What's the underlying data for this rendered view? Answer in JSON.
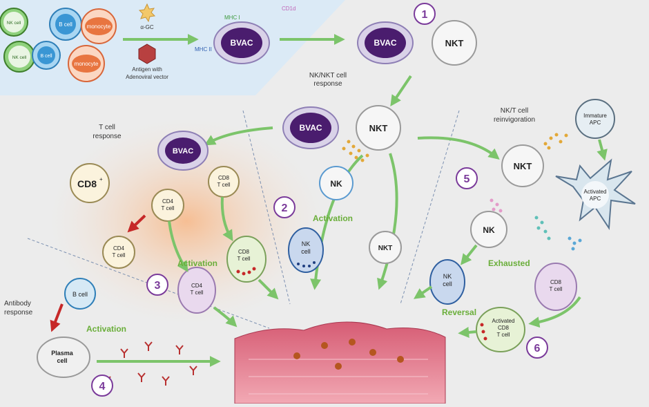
{
  "cells": {
    "nk": "NK cell",
    "b": "B cell",
    "monocyte": "monocyte",
    "alpha_gc": "α-GC",
    "antigen_line1": "Antigen with",
    "antigen_line2": "Adenoviral vector",
    "mhc1": "MHC I",
    "mhc2": "MHC II",
    "cd1d": "CD1d",
    "bvac": "BVAC",
    "nkt": "NKT",
    "nk_short": "NK",
    "nk_cell_l1": "NK",
    "nk_cell_l2": "cell",
    "cd8": "CD8",
    "cd8_sup": "+",
    "cd4": "CD4",
    "t_cell": "T cell",
    "b_cell": "B cell",
    "plasma_l1": "Plasma",
    "plasma_l2": "cell",
    "immature_l1": "Immature",
    "immature_l2": "APC",
    "activated_apc_l1": "Activated",
    "activated_apc_l2": "APC",
    "act_cd8_l1": "Activated",
    "act_cd8_l2": "CD8",
    "act_cd8_l3": "T cell"
  },
  "labels": {
    "nk_nkt_response_l1": "NK/NKT cell",
    "nk_nkt_response_l2": "response",
    "t_response_l1": "T cell",
    "t_response_l2": "response",
    "nkt_reinvig_l1": "NK/T cell",
    "nkt_reinvig_l2": "reinvigoration",
    "antibody_l1": "Antibody",
    "antibody_l2": "response",
    "activation": "Activation",
    "exhausted": "Exhausted",
    "reversal": "Reversal"
  },
  "steps": [
    "1",
    "2",
    "3",
    "4",
    "5",
    "6"
  ],
  "colors": {
    "bvac": "#4a1d6e",
    "arrow": "#7cc46a",
    "step": "#7a3a9a",
    "green_text": "#6aae3a",
    "red_arrow": "#c62828",
    "nk_green": "#7fc36d",
    "b_blue": "#4aa3d8",
    "monocyte": "#e87540"
  }
}
